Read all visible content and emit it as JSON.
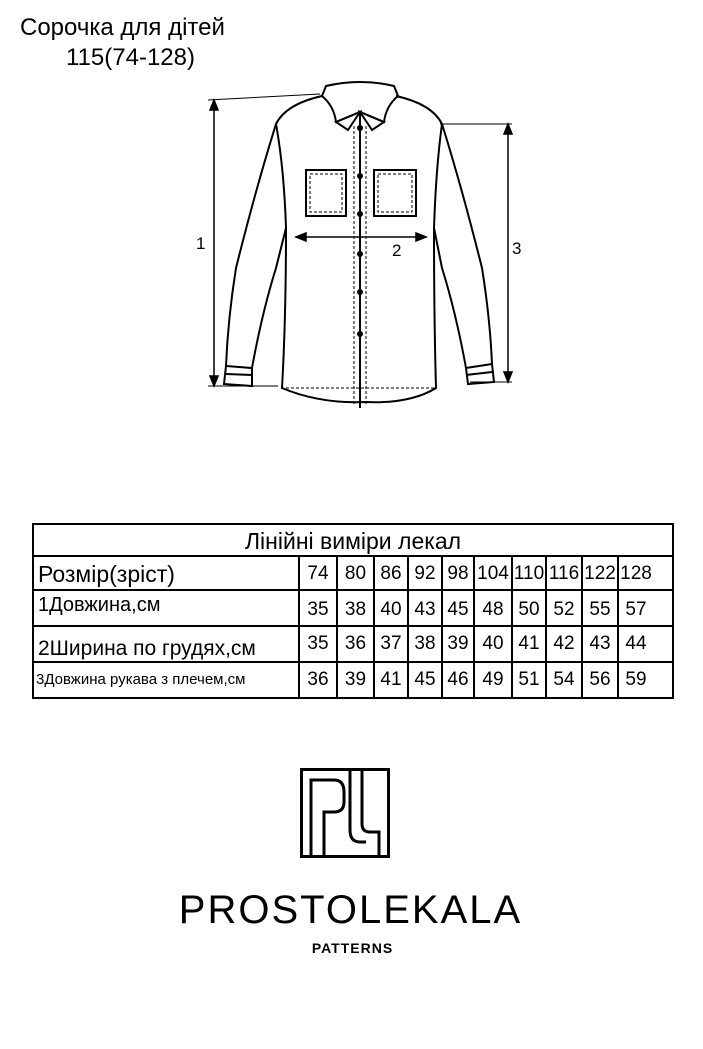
{
  "header": {
    "title": "Сорочка для дітей",
    "subtitle": "115(74-128)"
  },
  "drawing": {
    "labels": [
      "1",
      "2",
      "3"
    ]
  },
  "table": {
    "caption": "Лінійні виміри лекал",
    "rows": [
      {
        "label": "Розмір(зріст)",
        "values": [
          "74",
          "80",
          "86",
          "92",
          "98",
          "104",
          "110",
          "116",
          "122",
          "128"
        ]
      },
      {
        "label": "1Довжина,см",
        "values": [
          "35",
          "38",
          "40",
          "43",
          "45",
          "48",
          "50",
          "52",
          "55",
          "57"
        ]
      },
      {
        "label": "2Ширина по грудях,см",
        "values": [
          "35",
          "36",
          "37",
          "38",
          "39",
          "40",
          "41",
          "42",
          "43",
          "44"
        ]
      },
      {
        "label": "3Довжина рукава з плечем,см",
        "values": [
          "36",
          "39",
          "41",
          "45",
          "46",
          "49",
          "51",
          "54",
          "56",
          "59"
        ]
      }
    ]
  },
  "brand": {
    "name": "PROSTOLEKALA",
    "tagline": "PATTERNS",
    "logo_icon": "pl-monogram-icon"
  }
}
